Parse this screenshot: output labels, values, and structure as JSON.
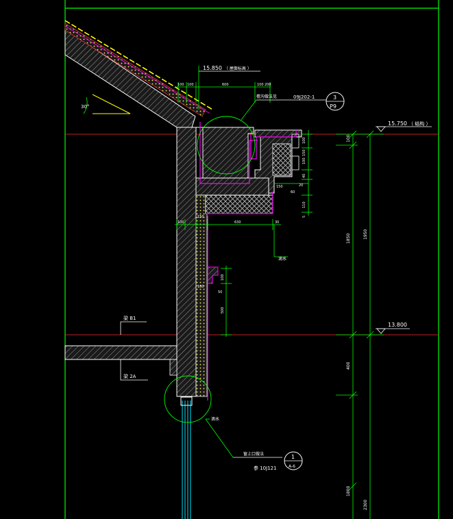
{
  "colors": {
    "background": "#000000",
    "frame": "#00ff00",
    "level_line": "#ff0000",
    "dim": "#00ff00",
    "text": "#ffffff",
    "outline": "#ff00ff",
    "roof_tile": "#ffff00",
    "insulation": "#ffff00",
    "hatch": "#aaaaaa",
    "window": "#00e5ff"
  },
  "levels": {
    "top_ridge": "15.850",
    "top_ridge_note": "（ 屋面标高 ）",
    "cornice": "15.750",
    "cornice_note": "（ 结构 ）",
    "floor": "13.800"
  },
  "roof": {
    "slope": "30°"
  },
  "callouts": {
    "detail_ref": "09J202-1",
    "detail_note": "檐沟做法见",
    "detail_number": "3",
    "detail_sheet": "P9",
    "drip": "滴水",
    "drip2": "滴水",
    "beam_b1": "梁 B1",
    "beam_2a": "梁 2A",
    "window_note": "窗上口做法",
    "window_ref": "参 10J121",
    "window_number": "1",
    "window_sheet": "A-6"
  },
  "dims": {
    "top_100a": "100",
    "top_100b": "100",
    "top_600": "600",
    "top_200": "200",
    "top_100c": "100",
    "right_100": "100",
    "right_150": "150",
    "right_40": "40",
    "right_20": "20",
    "right_110": "110",
    "right_5": "5",
    "right_100b": "100",
    "w_150": "150",
    "w_60": "60",
    "mid_100": "100",
    "mid_630": "630",
    "mid_30": "30",
    "mid_150": "150",
    "mid_100b": "100",
    "mid_50": "50",
    "mid_100c": "100",
    "mid_500": "500",
    "v_100": "100",
    "v_1850": "1850",
    "v_1950": "1950",
    "v_400": "400",
    "v_1800": "1800",
    "v_2300": "2300"
  }
}
